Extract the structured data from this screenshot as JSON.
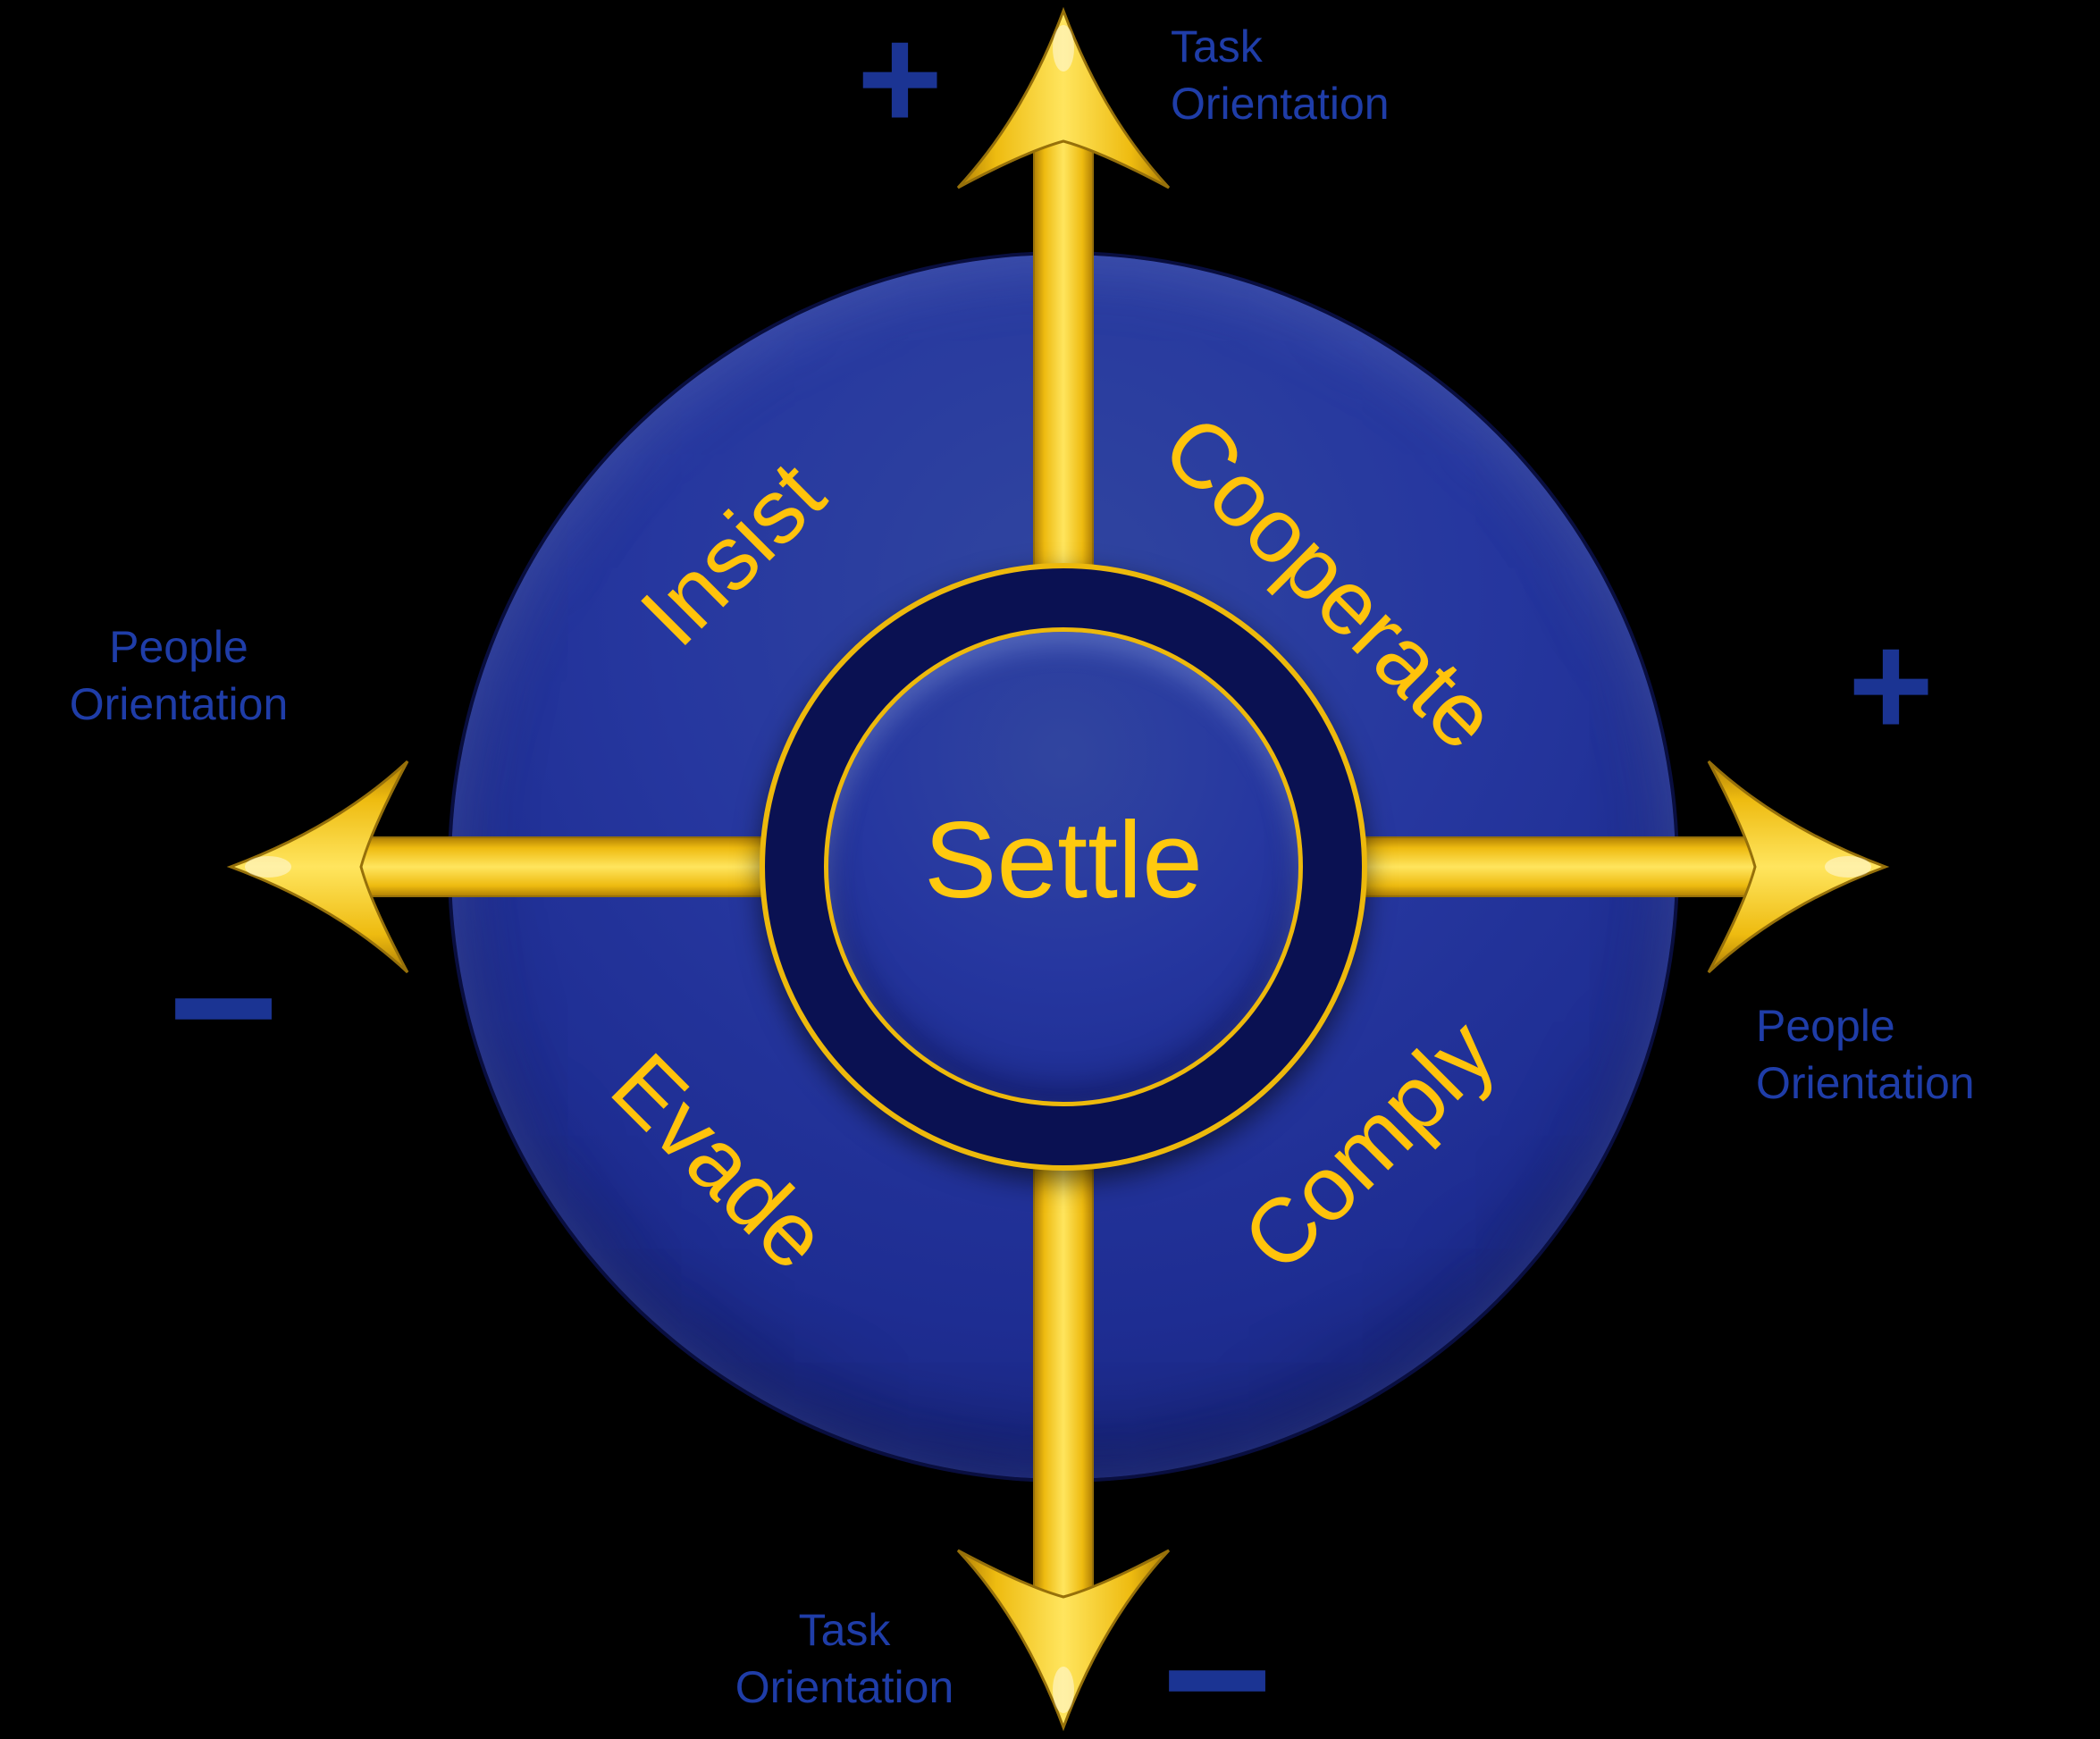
{
  "diagram": {
    "center": {
      "label": "Settle"
    },
    "quadrants": [
      {
        "position": "top-left",
        "label": "Insist"
      },
      {
        "position": "top-right",
        "label": "Cooperate"
      },
      {
        "position": "bottom-left",
        "label": "Evade"
      },
      {
        "position": "bottom-right",
        "label": "Comply"
      }
    ],
    "axis_labels": {
      "top": {
        "sign": "+",
        "line1": "Task",
        "line2": "Orientation"
      },
      "right": {
        "sign": "+",
        "line1": "People",
        "line2": "Orientation"
      },
      "bottom": {
        "sign": "−",
        "line1": "Task",
        "line2": "Orientation"
      },
      "left": {
        "sign": "−",
        "line1": "People",
        "line2": "Orientation"
      }
    },
    "colors": {
      "background": "#000000",
      "outer_circle_blue": "#26379f",
      "center_ring_navy": "#0a1152",
      "arrow_gold": "#ffd21e",
      "gold_outline": "#edb90c",
      "axis_text_blue": "#1f3da8",
      "sign_blue": "#1b3493",
      "quadrant_text_gold": "#ffc30b",
      "center_text_gold": "#ffc90e"
    }
  }
}
